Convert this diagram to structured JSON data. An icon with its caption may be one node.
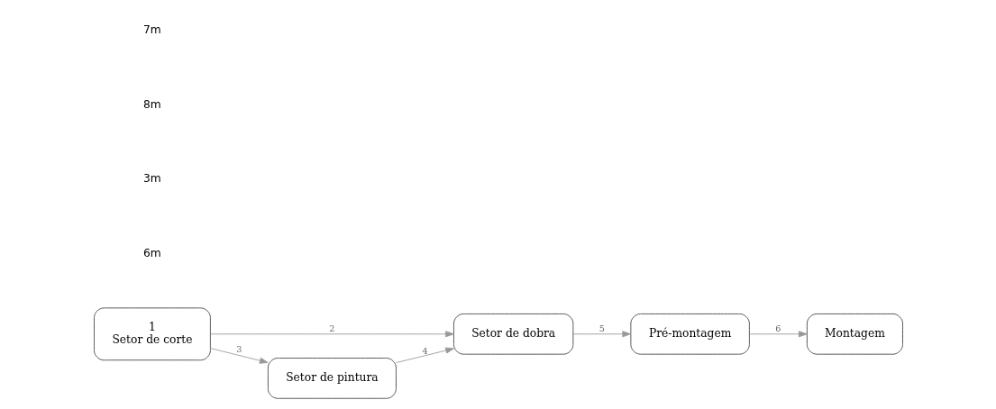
{
  "diagram": {
    "nodes": [
      {
        "text": [
          "1",
          "Setor de corte"
        ]
      },
      {
        "text": [
          "Setor de dobra"
        ]
      },
      {
        "text": [
          "Pré-montagem"
        ]
      },
      {
        "text": [
          "Montagem"
        ]
      },
      {
        "text": [
          "Setor de pintura"
        ]
      }
    ],
    "edges": [
      {
        "from": 0,
        "to": 1,
        "arrow": "to",
        "label": "2"
      },
      {
        "from": 0,
        "to": 4,
        "arrow": "to",
        "label": "3"
      },
      {
        "from": 4,
        "to": 1,
        "arrow": "to",
        "label": "4"
      },
      {
        "from": 1,
        "to": 2,
        "arrow": "to",
        "label": "5"
      },
      {
        "from": 2,
        "to": 3,
        "arrow": "to",
        "label": "6"
      }
    ],
    "labels": [
      "6m",
      "3m",
      "8m",
      "7m"
    ]
  }
}
